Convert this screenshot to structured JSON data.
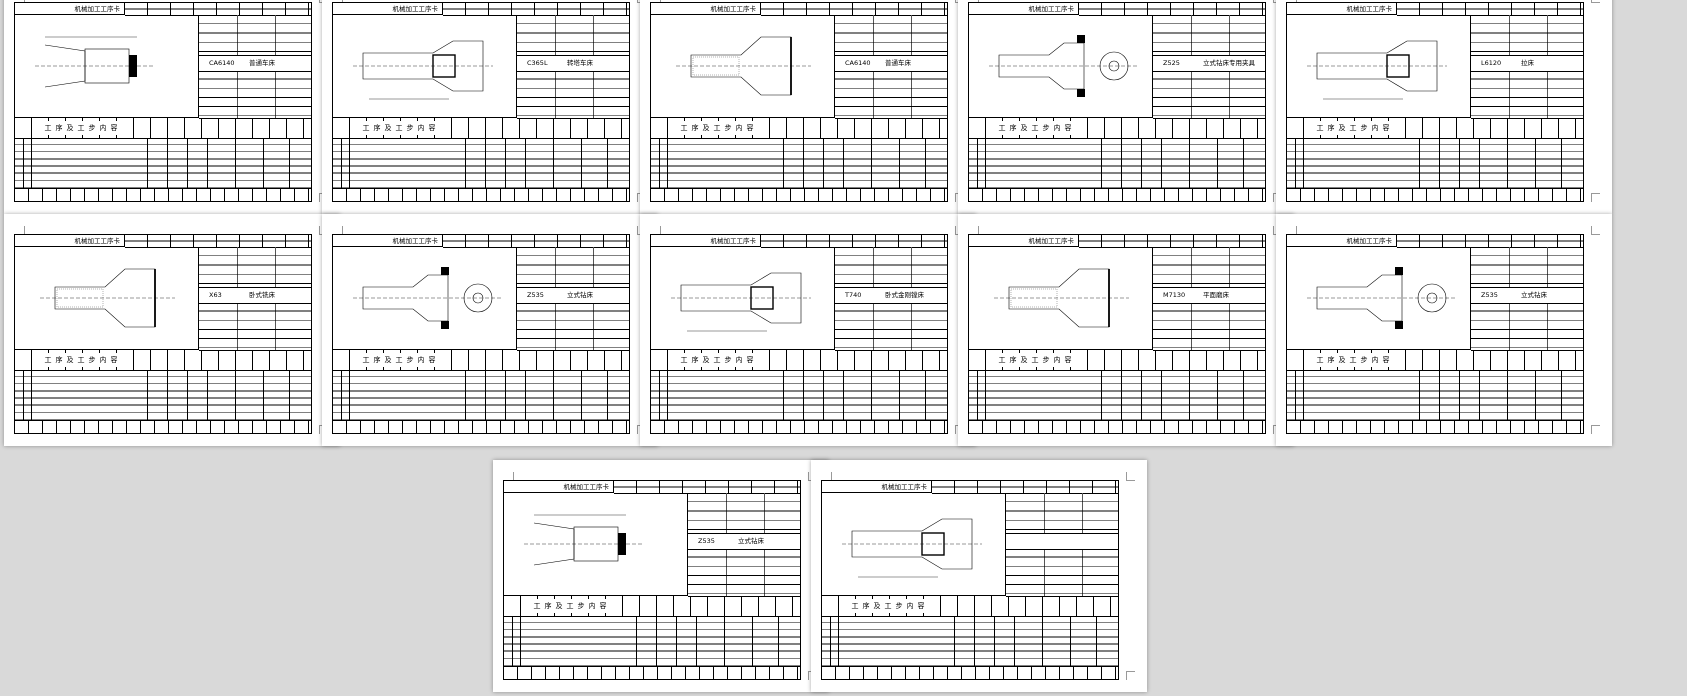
{
  "card_title": "机械加工工序卡",
  "header_label": "工序及工步内容",
  "pages": [
    {
      "machine": "CA6140",
      "equipment": "普通车床",
      "variant": 0
    },
    {
      "machine": "C365L",
      "equipment": "转塔车床",
      "variant": 1
    },
    {
      "machine": "CA6140",
      "equipment": "普通车床",
      "variant": 2
    },
    {
      "machine": "Z525",
      "equipment": "立式钻床专用夹具",
      "variant": 3
    },
    {
      "machine": "L6120",
      "equipment": "拉床",
      "variant": 1
    },
    {
      "machine": "X63",
      "equipment": "卧式铣床",
      "variant": 2
    },
    {
      "machine": "Z535",
      "equipment": "立式钻床",
      "variant": 3
    },
    {
      "machine": "T740",
      "equipment": "卧式金刚镗床",
      "variant": 1
    },
    {
      "machine": "M7130",
      "equipment": "平面磨床",
      "variant": 2
    },
    {
      "machine": "Z535",
      "equipment": "立式钻床",
      "variant": 3
    },
    {
      "machine": "Z535",
      "equipment": "立式钻床",
      "variant": 0
    },
    {
      "machine": "",
      "equipment": "",
      "variant": 1
    }
  ],
  "colors": {
    "background": "#d9d9d9",
    "paper": "#ffffff",
    "line": "#000000"
  }
}
